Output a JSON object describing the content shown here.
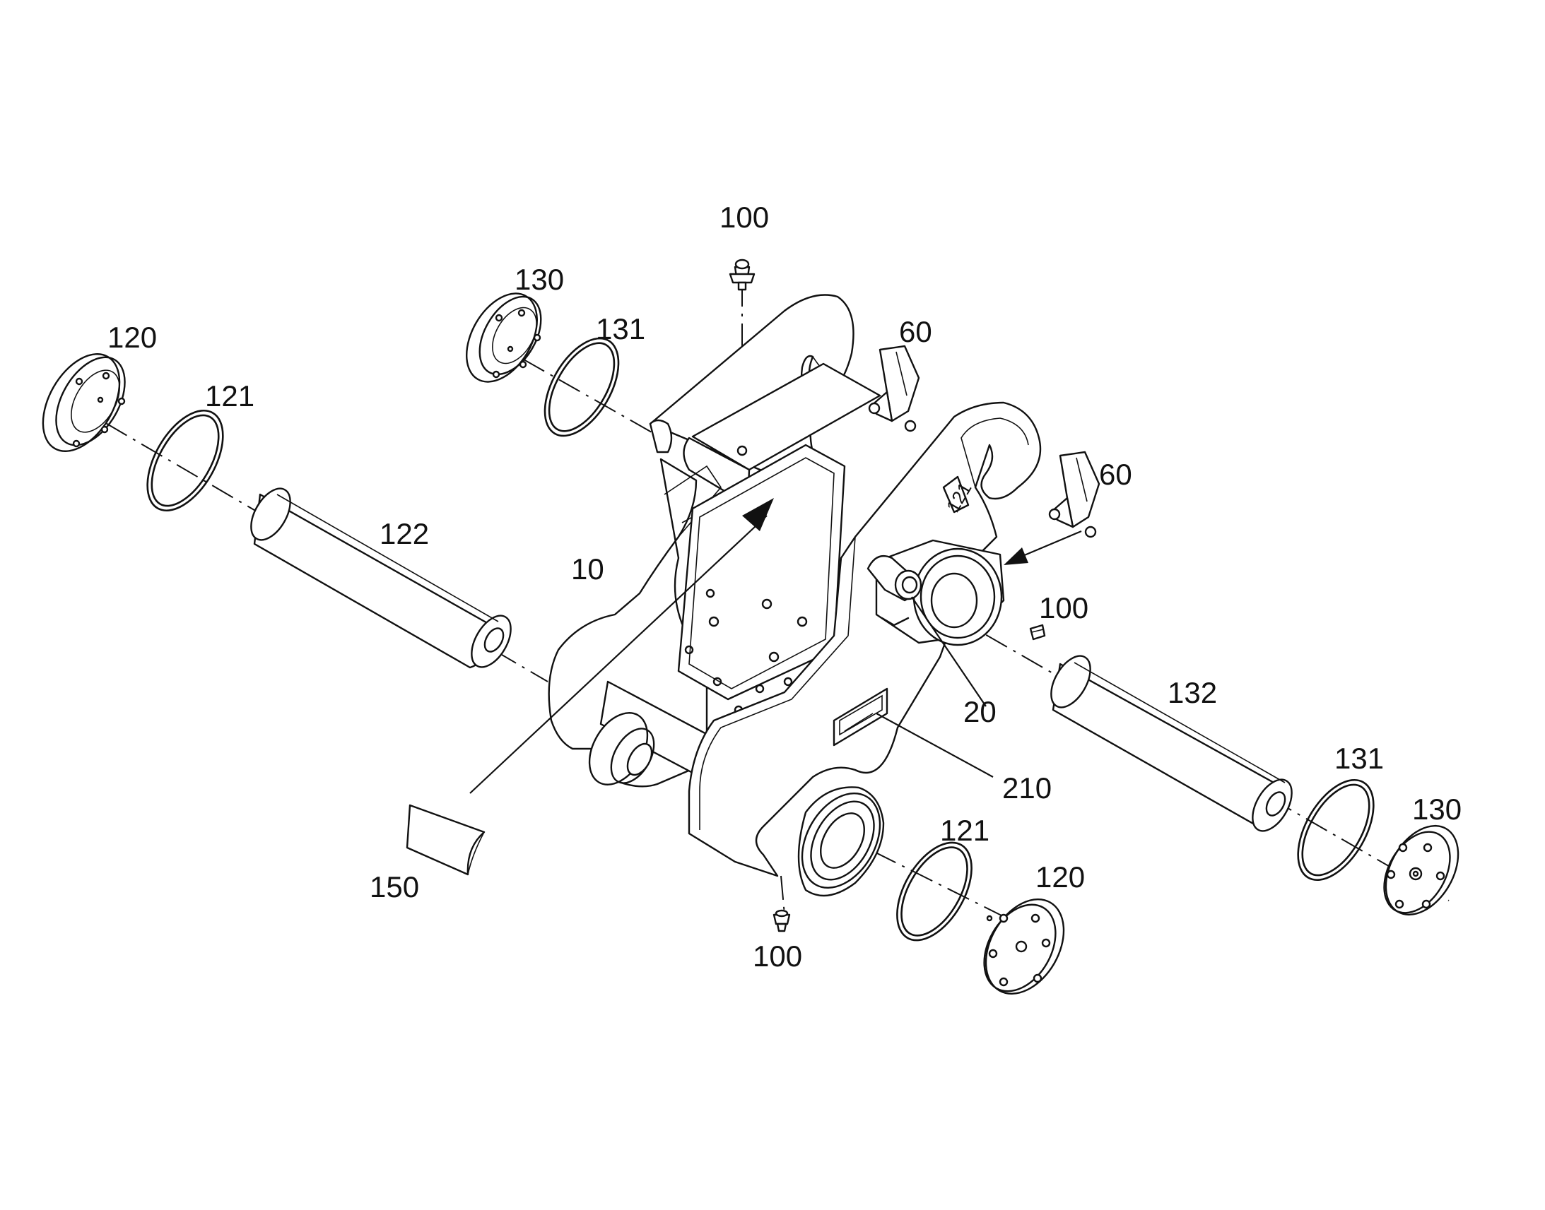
{
  "diagram": {
    "part_labels": {
      "p10": "10",
      "p20": "20",
      "p60a": "60",
      "p60b": "60",
      "p100a": "100",
      "p100b": "100",
      "p100c": "100",
      "p120a": "120",
      "p120b": "120",
      "p121a": "121",
      "p121b": "121",
      "p122": "122",
      "p130a": "130",
      "p130b": "130",
      "p131a": "131",
      "p131b": "131",
      "p132": "132",
      "p150": "150",
      "p210": "210"
    }
  }
}
